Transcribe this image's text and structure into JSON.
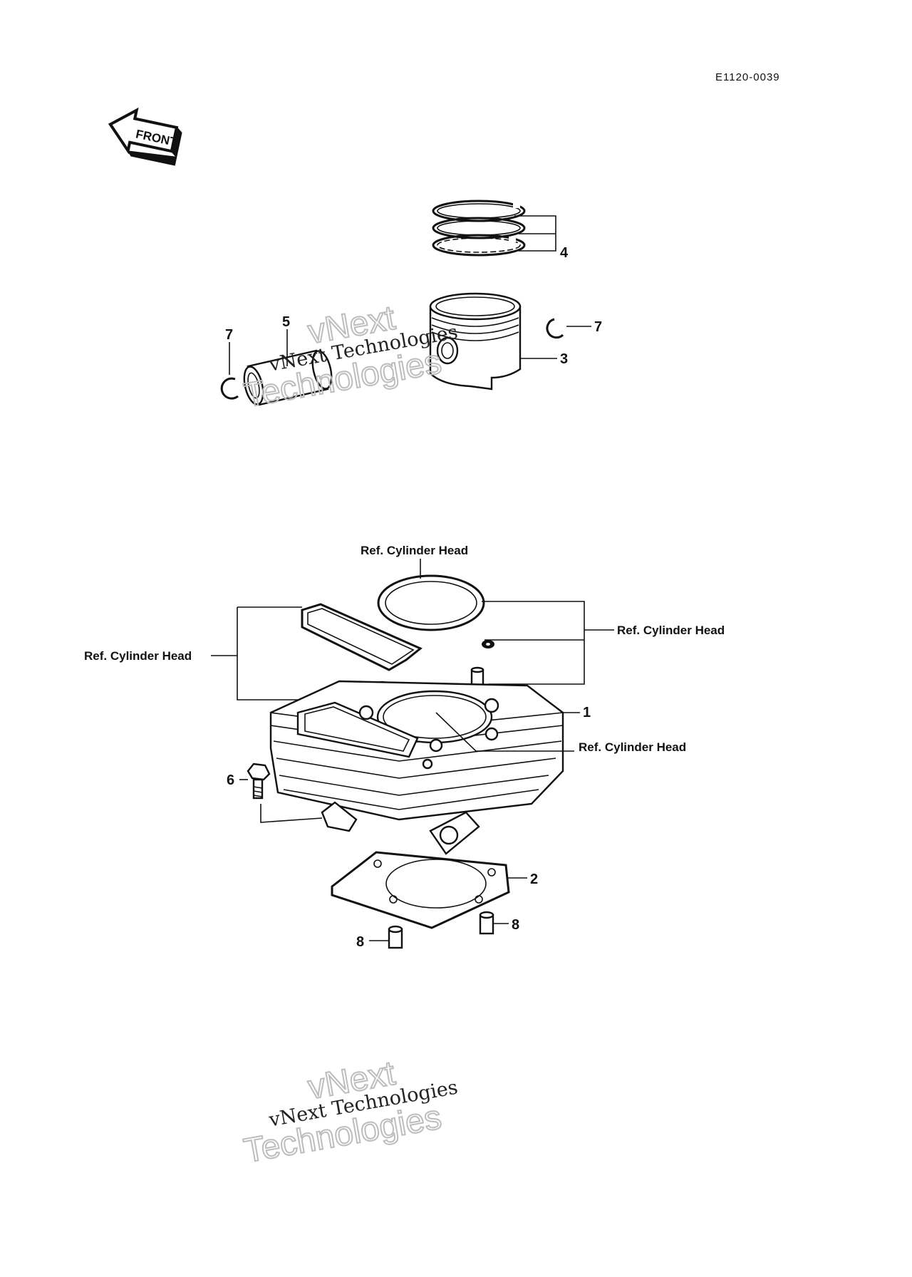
{
  "diagram": {
    "code": "E1120-0039",
    "front_label": "FRONT",
    "callouts": {
      "c1": "1",
      "c2": "2",
      "c3": "3",
      "c4": "4",
      "c5": "5",
      "c6": "6",
      "c7a": "7",
      "c7b": "7",
      "c8a": "8",
      "c8b": "8"
    },
    "refs": {
      "ref_top": "Ref. Cylinder Head",
      "ref_left": "Ref. Cylinder Head",
      "ref_right": "Ref. Cylinder Head",
      "ref_center": "Ref. Cylinder Head"
    },
    "watermark": {
      "line1": "vNext",
      "line2": "vNext Technologies",
      "line3": "Technologies"
    }
  }
}
